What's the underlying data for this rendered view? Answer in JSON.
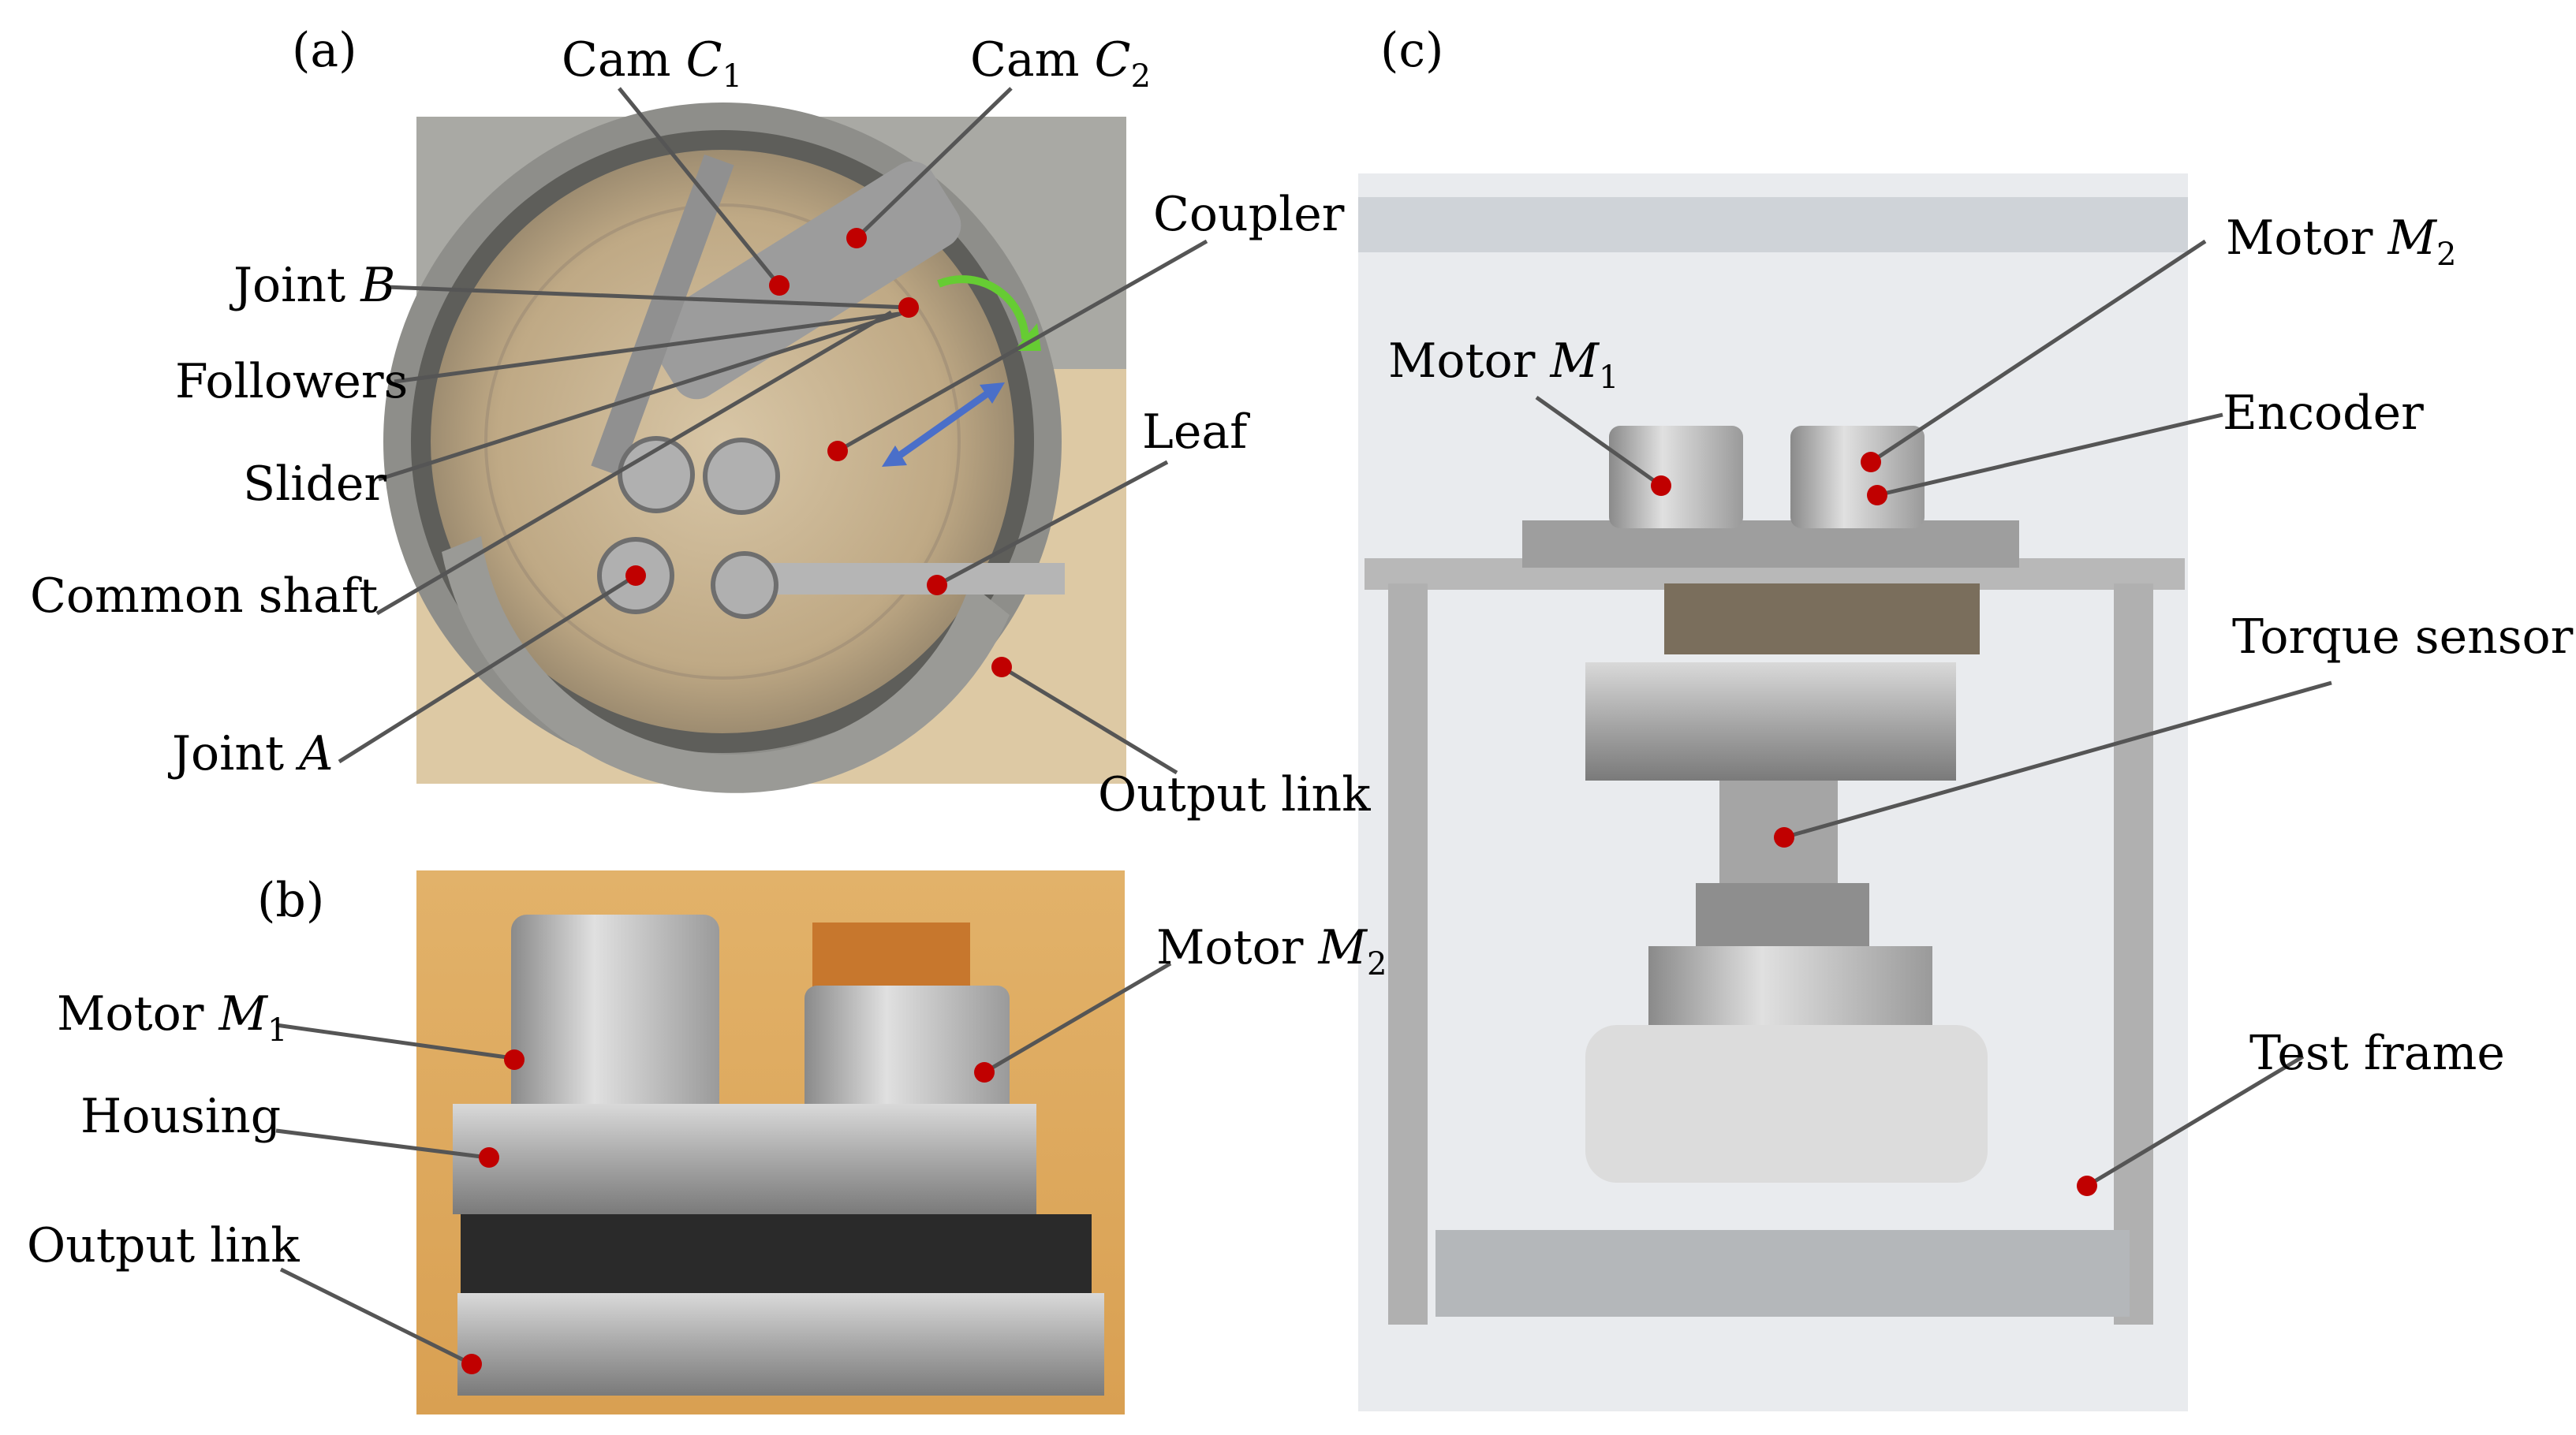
{
  "panels": {
    "a": "(a)",
    "b": "(b)",
    "c": "(c)"
  },
  "labels": {
    "cam_c1": {
      "text": "Cam ",
      "sym": "C",
      "sub": "1"
    },
    "cam_c2": {
      "text": "Cam ",
      "sym": "C",
      "sub": "2"
    },
    "joint_b": {
      "text": "Joint ",
      "sym": "B"
    },
    "followers": "Followers",
    "slider": "Slider",
    "common_shaft": "Common shaft",
    "joint_a": {
      "text": "Joint ",
      "sym": "A"
    },
    "coupler": "Coupler",
    "leaf": "Leaf",
    "output_link_a": "Output link",
    "motor_m1_b": {
      "text": "Motor ",
      "sym": "M",
      "sub": "1"
    },
    "housing": "Housing",
    "output_link_b": "Output link",
    "motor_m2_b": {
      "text": "Motor ",
      "sym": "M",
      "sub": "2"
    },
    "motor_m1_c": {
      "text": "Motor ",
      "sym": "M",
      "sub": "1"
    },
    "motor_m2_c": {
      "text": "Motor ",
      "sym": "M",
      "sub": "2"
    },
    "encoder": "Encoder",
    "torque_sensor": "Torque sensor",
    "test_frame": "Test frame"
  },
  "colors": {
    "marker": "#c00000",
    "rotation_arrow": "#66cc33",
    "translation_arrow": "#4a6fc9"
  }
}
